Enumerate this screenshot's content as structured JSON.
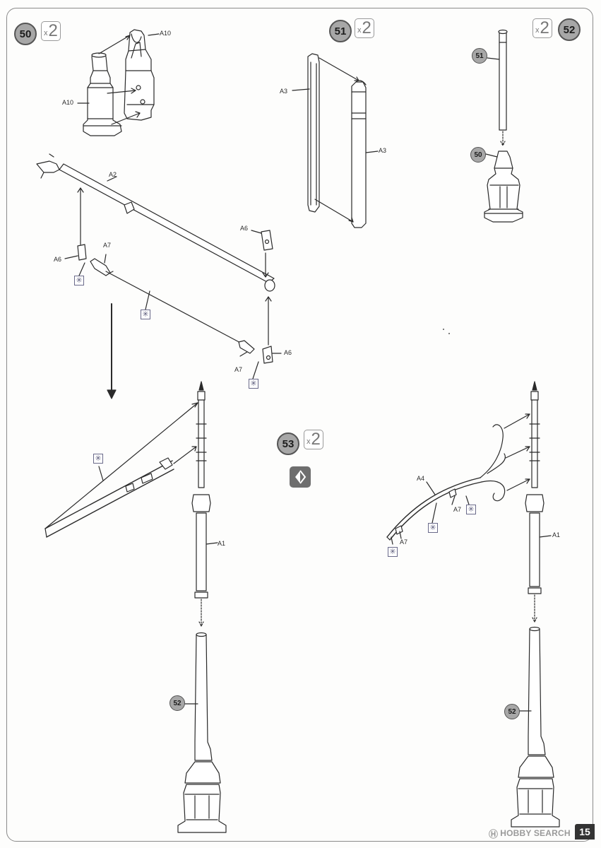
{
  "steps": [
    {
      "number": "50",
      "qty_x": "x",
      "qty_n": "2"
    },
    {
      "number": "51",
      "qty_x": "x",
      "qty_n": "2"
    },
    {
      "number": "52",
      "qty_x": "x",
      "qty_n": "2"
    },
    {
      "number": "53",
      "qty_x": "x",
      "qty_n": "2"
    }
  ],
  "refs": {
    "r51": "51",
    "r50": "50",
    "r52a": "52",
    "r52b": "52"
  },
  "labels": {
    "a10_top": "A10",
    "a10_left": "A10",
    "a3_left": "A3",
    "a3_right": "A3",
    "a2": "A2",
    "a6_right": "A6",
    "a6_left": "A6",
    "a7_left": "A7",
    "a7_bottom": "A7",
    "a6_bottom": "A6",
    "a1_left": "A1",
    "a4": "A4",
    "a7_r1": "A7",
    "a7_r2": "A7",
    "a1_right": "A1"
  },
  "glue_symbol": "✳",
  "watermark": {
    "logo": "Ⓗ",
    "text": "HOBBY SEARCH"
  },
  "page_number": "15",
  "colors": {
    "badge": "#a7a7a7",
    "line": "#2a2a2a",
    "paper": "#fdfdfc"
  }
}
